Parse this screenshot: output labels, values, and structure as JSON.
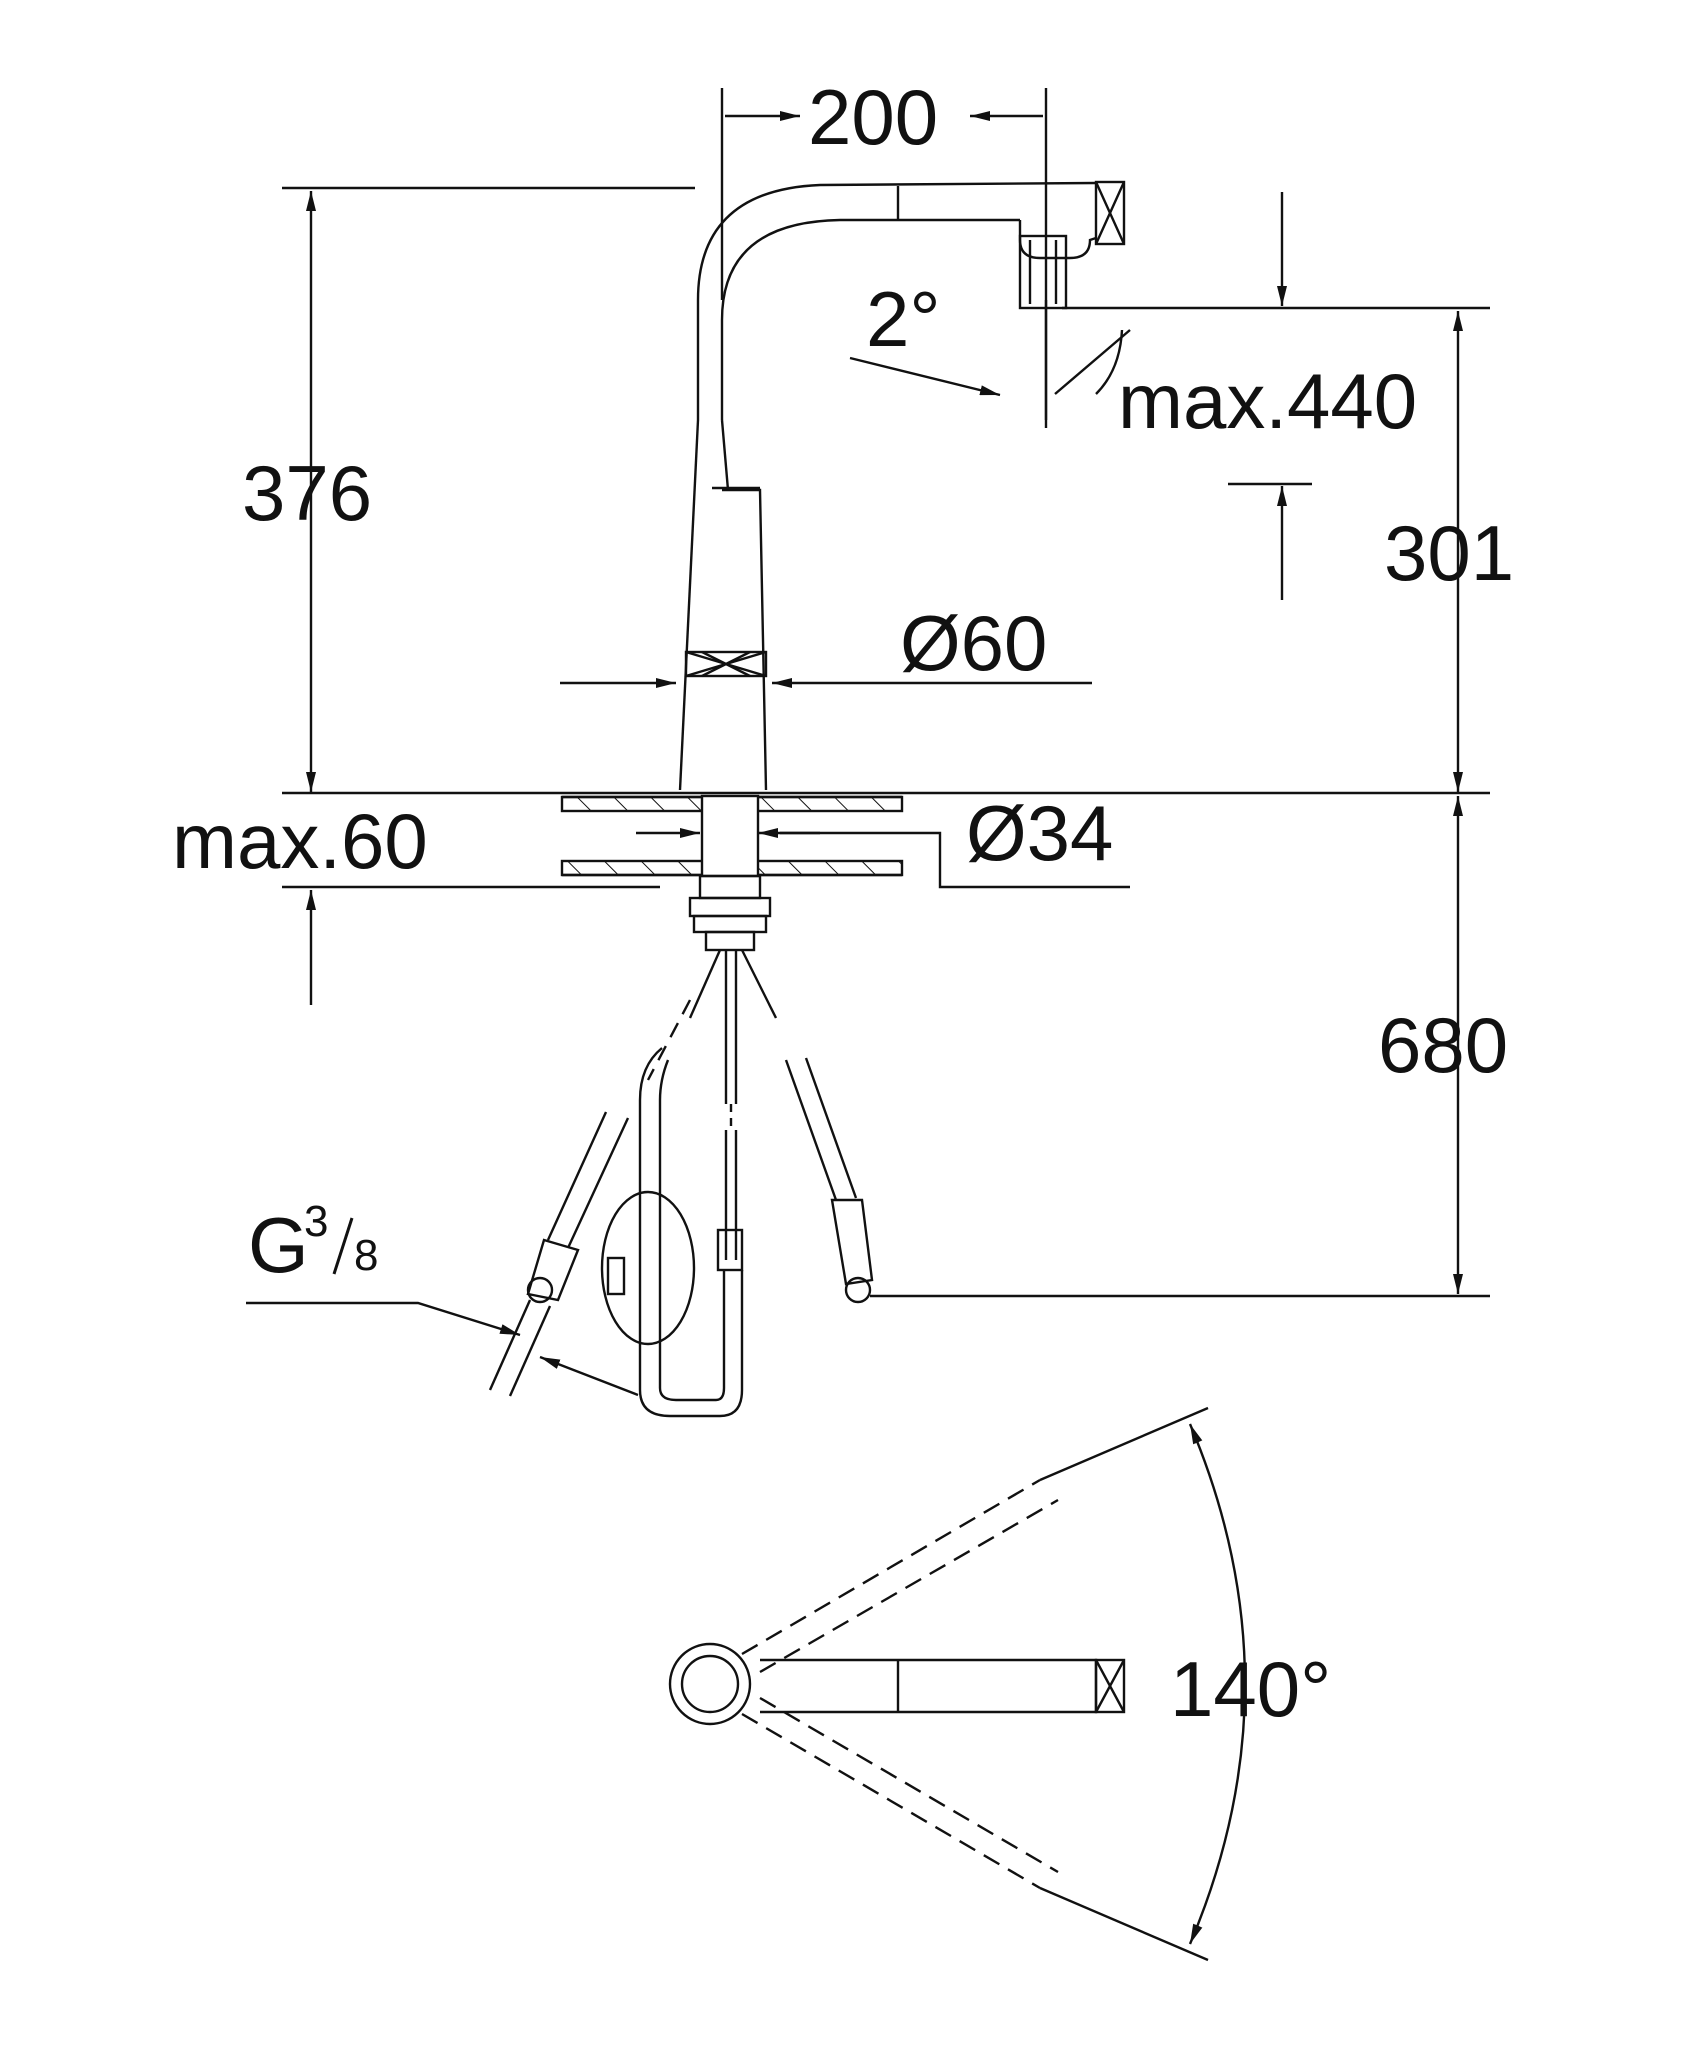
{
  "dimensions": {
    "width_top": "200",
    "height_spout": "376",
    "max_440": "max.440",
    "h_301": "301",
    "angle_2": "2°",
    "dia_60": "Ø60",
    "max_60": "max.60",
    "dia_34": "Ø34",
    "h_680": "680",
    "thread": "G",
    "thread_sup": "3",
    "thread_sub": "8",
    "swivel_angle": "140°"
  },
  "colors": {
    "line": "#111111",
    "background": "#ffffff"
  }
}
